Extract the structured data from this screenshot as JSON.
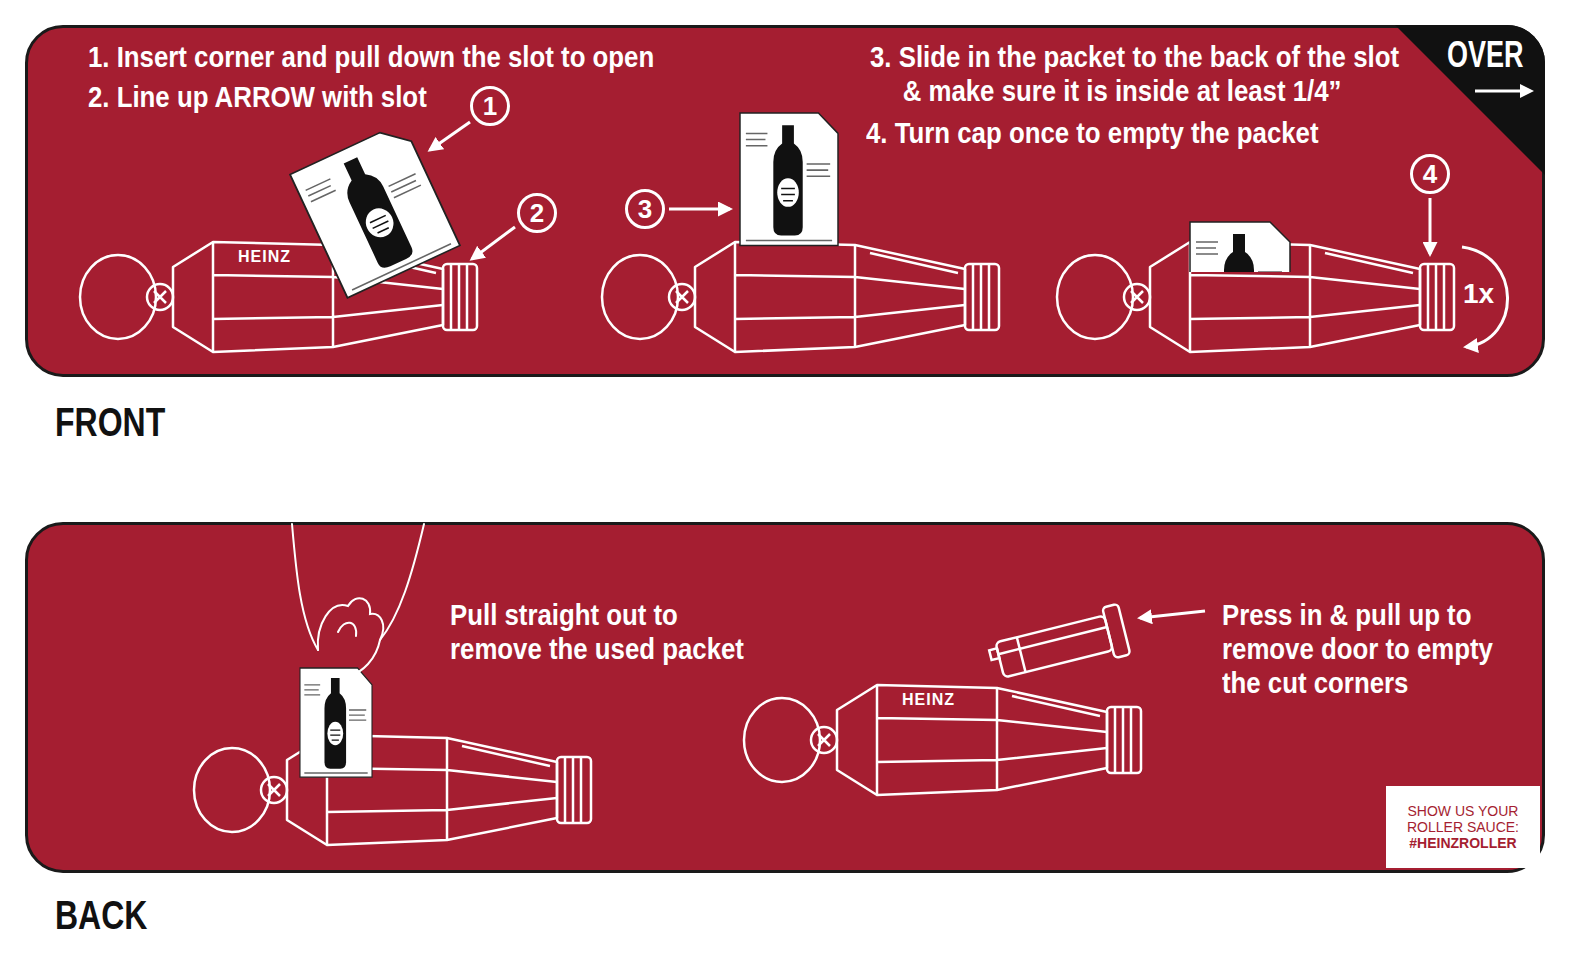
{
  "diagram": {
    "nodes": [
      {
        "text": [
          "FRONT"
        ]
      },
      {
        "text": [
          "OVER"
        ],
        "in": 0
      },
      {
        "text": [
          "1"
        ],
        "in": 0
      },
      {
        "text": [
          "2"
        ],
        "in": 0
      },
      {
        "text": [
          "3"
        ],
        "in": 0
      },
      {
        "text": [
          "4"
        ],
        "in": 0
      },
      {
        "text": [
          "BACK"
        ]
      },
      {
        "text": [
          "SHOW US YOUR ROLLER SAUCE:",
          "#HEINZROLLER"
        ],
        "in": 6
      }
    ],
    "labels": [
      "1. Insert corner and pull down the slot to open",
      "2. Line up ARROW with slot",
      "3. Slide in the packet to the back of the slot & make sure it is inside at least 1/4”",
      "4. Turn cap once to empty the packet",
      "1x",
      "HEINZ",
      "Pull straight out to remove the used packet",
      "HEINZ",
      "Press in & pull up to remove door to empty the cut corners"
    ]
  }
}
